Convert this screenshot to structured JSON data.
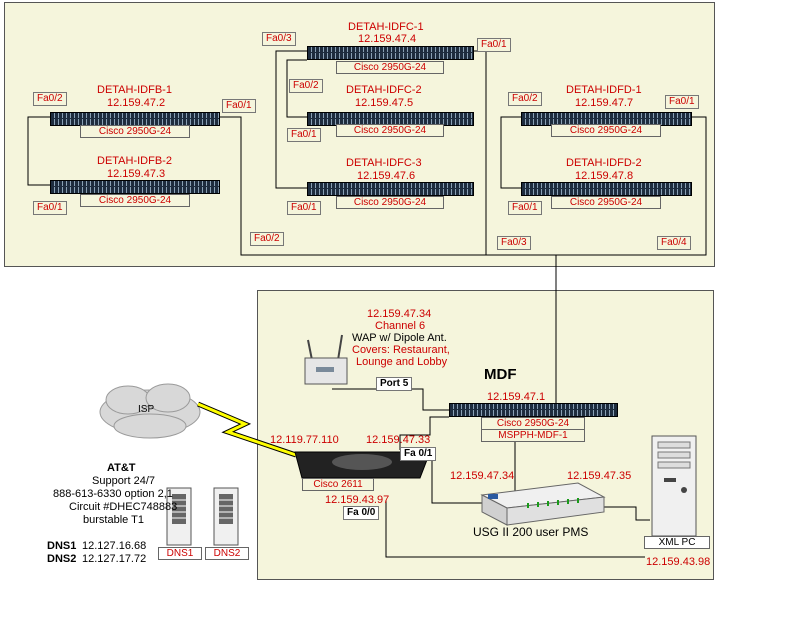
{
  "idf_switches": [
    {
      "id": "idfb1",
      "name": "DETAH-IDFB-1",
      "ip": "12.159.47.2",
      "model": "Cisco 2950G-24"
    },
    {
      "id": "idfb2",
      "name": "DETAH-IDFB-2",
      "ip": "12.159.47.3",
      "model": "Cisco 2950G-24"
    },
    {
      "id": "idfc1",
      "name": "DETAH-IDFC-1",
      "ip": "12.159.47.4",
      "model": "Cisco 2950G-24"
    },
    {
      "id": "idfc2",
      "name": "DETAH-IDFC-2",
      "ip": "12.159.47.5",
      "model": "Cisco 2950G-24"
    },
    {
      "id": "idfc3",
      "name": "DETAH-IDFC-3",
      "ip": "12.159.47.6",
      "model": "Cisco 2950G-24"
    },
    {
      "id": "idfd1",
      "name": "DETAH-IDFD-1",
      "ip": "12.159.47.7",
      "model": "Cisco 2950G-24"
    },
    {
      "id": "idfd2",
      "name": "DETAH-IDFD-2",
      "ip": "12.159.47.8",
      "model": "Cisco 2950G-24"
    }
  ],
  "ports": {
    "b_left_top": "Fa0/2",
    "b_right_top": "Fa0/1",
    "b_left_bottom": "Fa0/1",
    "b_down": "Fa0/2",
    "c_top_left": "Fa0/3",
    "c_right_top": "Fa0/1",
    "c_mid_left": "Fa0/2",
    "c_mid_bottom": "Fa0/1",
    "c_low": "Fa0/1",
    "d_left_top": "Fa0/2",
    "d_right_top": "Fa0/1",
    "d_left_bottom": "Fa0/1",
    "d_down1": "Fa0/3",
    "d_down2": "Fa0/4"
  },
  "mdf": {
    "title": "MDF",
    "switch_ip": "12.159.47.1",
    "switch_model": "Cisco 2950G-24",
    "switch_name": "MSPPH-MDF-1",
    "wap_ip": "12.159.47.34",
    "wap_channel": "Channel 6",
    "wap_desc": "WAP w/ Dipole Ant.",
    "wap_covers_1": "Covers: Restaurant,",
    "wap_covers_2": "Lounge and Lobby",
    "port5": "Port 5",
    "router_ip_wan": "12.119.77.110",
    "router_ip_lan": "12.159.47.33",
    "router_model": "Cisco 2611",
    "router_ip_fa00": "12.159.43.97",
    "fa01": "Fa 0/1",
    "fa00": "Fa 0/0",
    "usg_ip_left": "12.159.47.34",
    "usg_ip_right": "12.159.47.35",
    "usg_label": "USG II 200 user PMS",
    "xml_label": "XML PC",
    "xml_ip": "12.159.43.98"
  },
  "isp": {
    "label": "ISP",
    "carrier": "AT&T",
    "support": "Support 24/7",
    "phone": "888-613-6330 option 2,1",
    "circuit": "Circuit #DHEC748883",
    "service": "burstable T1",
    "dns1_label": "DNS1",
    "dns1_ip": "12.127.16.68",
    "dns2_label": "DNS2",
    "dns2_ip": "12.127.17.72",
    "srv1": "DNS1",
    "srv2": "DNS2"
  },
  "colors": {
    "panel": "#f5f5dc",
    "label_red": "#cc0000",
    "switch": "#1e2c3e",
    "lightning": "#ffff00"
  }
}
